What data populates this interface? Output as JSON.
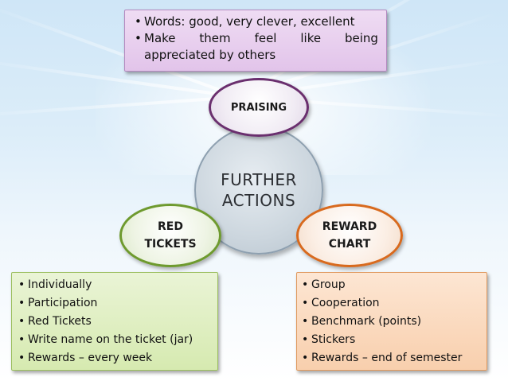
{
  "center": {
    "line1": "FURTHER",
    "line2": "ACTIONS"
  },
  "nodes": {
    "praising": {
      "label": "PRAISING"
    },
    "red_tickets": {
      "line1": "RED",
      "line2": "TICKETS"
    },
    "reward_chart": {
      "line1": "REWARD",
      "line2": "CHART"
    }
  },
  "top_box": {
    "item1": "Words: good, very clever, excellent",
    "item2_words": [
      "Make",
      "them",
      "feel",
      "like",
      "being"
    ],
    "item2_cont": "appreciated by others"
  },
  "left_box": {
    "items": [
      "Individually",
      "Participation",
      "Red Tickets",
      "Write name on the ticket (jar)",
      "Rewards – every week"
    ]
  },
  "right_box": {
    "items": [
      "Group",
      "Cooperation",
      "Benchmark (points)",
      "Stickers",
      "Rewards – end of semester"
    ]
  },
  "colors": {
    "praising_border": "#6a2f6e",
    "red_tickets_border": "#6e9a2e",
    "reward_chart_border": "#d86a1e",
    "top_box_fill": "#e2c4ea",
    "left_box_fill": "#d6eab0",
    "right_box_fill": "#f8cfad"
  }
}
